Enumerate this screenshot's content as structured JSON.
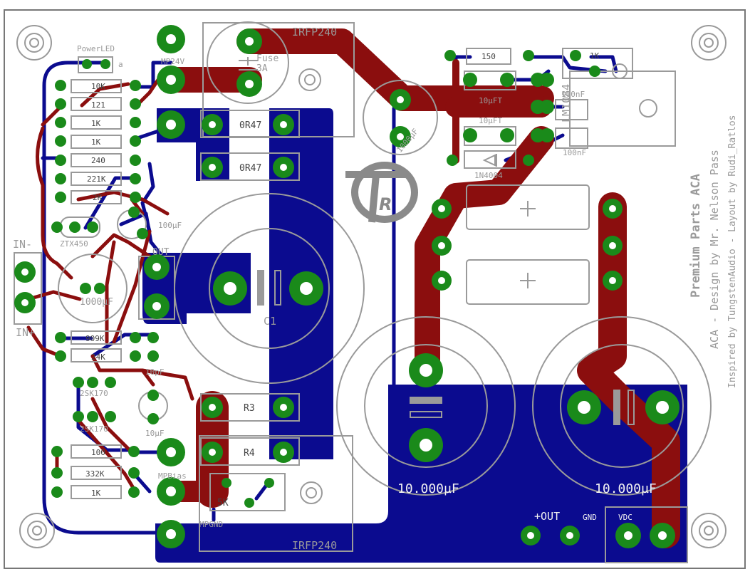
{
  "board": {
    "title": "Premium Parts ACA",
    "subtitle": "ACA - Design by Mr. Nelson Pass",
    "credit": "Inspired by TungstenAudio - Layout by Rudi_Ratlos"
  },
  "colors": {
    "background": "#ffffff",
    "top_copper": "#8b0e0e",
    "bottom_copper": "#0b0b8f",
    "pad": "#1a8a1a",
    "silkscreen": "#9a9a9a"
  },
  "labels": {
    "power_led": "PowerLED",
    "power_led_a": "a",
    "mp24v": "MP24V",
    "fuse": "Fuse",
    "fuse_value": "3A",
    "irfp_top": "IRFP240",
    "irfp_bottom": "IRFP240",
    "r_0r47_1": "0R47",
    "r_0r47_2": "0R47",
    "cap_1000uf_top": "1000µF",
    "r_150": "150",
    "r_1k_reg": "1K",
    "cap_10uft_1": "10µFT",
    "cap_10uft_2": "10µFT",
    "cap_100nf_1": "100nF",
    "cap_100nf_2": "100nF",
    "lm1084": "LM1084",
    "diode": "1N4004",
    "r_10k": "10K",
    "r_121": "121",
    "r_1k_2": "1K",
    "r_1k_3": "1K",
    "r_240": "240",
    "r_221k": "221K",
    "r_2k": "2K",
    "ztx450": "ZTX450",
    "cap_100uf": "100µF",
    "in_minus": "IN-",
    "in_plus": "IN+",
    "out": "OUT",
    "cap_1000uf_in": "1000µF",
    "c1": "C1",
    "r_909k": "909K",
    "r_24k": "24K",
    "cap_10pf": "10pF",
    "q_2sk170_1": "2SK170",
    "q_2sk170_2": "2SK170",
    "cap_10uf": "10µF",
    "r3": "R3",
    "r4": "R4",
    "r_100": "100",
    "r_332k": "332K",
    "r_1k_bottom": "1K",
    "mpbias": "MPBias",
    "pot_5k": "5K",
    "mpgnd": "MPGND",
    "cap_10000uf_1": "10.000µF",
    "cap_10000uf_2": "10.000µF",
    "plus_out": "+OUT",
    "gnd": "GND",
    "vdc": "VDC",
    "logo": "R"
  }
}
